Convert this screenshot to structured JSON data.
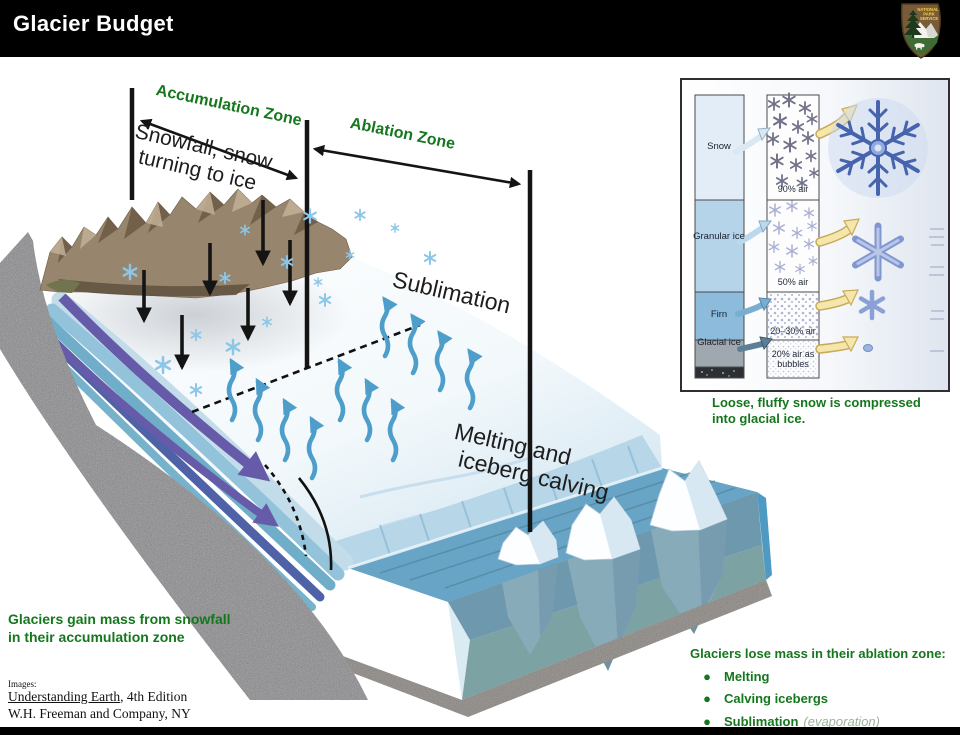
{
  "header": {
    "title": "Glacier Budget",
    "logo_text_lines": [
      "NATIONAL",
      "PARK",
      "SERVICE"
    ]
  },
  "diagram": {
    "accumulation_zone_label": "Accumulation Zone",
    "ablation_zone_label": "Ablation Zone",
    "snowfall_line1": "Snowfall, snow",
    "snowfall_line2": "turning to ice",
    "sublimation_label": "Sublimation",
    "melting_line1": "Melting and",
    "melting_line2": "iceberg calving"
  },
  "inset": {
    "stages": [
      {
        "name": "Snow",
        "air": "90% air"
      },
      {
        "name": "Granular ice",
        "air": "50% air"
      },
      {
        "name": "Firn",
        "air": "20–30% air"
      },
      {
        "name": "Glacial ice",
        "air": "20% air as bubbles"
      }
    ],
    "caption_line1": "Loose, fluffy snow is compressed",
    "caption_line2": "into glacial ice."
  },
  "notes": {
    "gain_line1": "Glaciers gain mass from snowfall",
    "gain_line2": "in their accumulation zone",
    "lose_heading": "Glaciers lose mass in their ablation zone:",
    "bullet1": "Melting",
    "bullet2": "Calving icebergs",
    "bullet3_bold": "Sublimation",
    "bullet3_italic": "(evaporation)"
  },
  "credits": {
    "label": "Images:",
    "source_underlined": "Understanding Earth",
    "source_rest": ", 4th Edition",
    "publisher": "W.H. Freeman and Company, NY"
  },
  "colors": {
    "header_bg": "#000000",
    "accent_green": "#15771d",
    "muted_green": "#9cb39a",
    "sublimation_arrow_blue": "#4d9ecb",
    "flow_arrow_purple": "#665ba9",
    "compression_arrow_yellow": "#f5e7ab",
    "snowflake_blue": "#8cc6e8"
  }
}
